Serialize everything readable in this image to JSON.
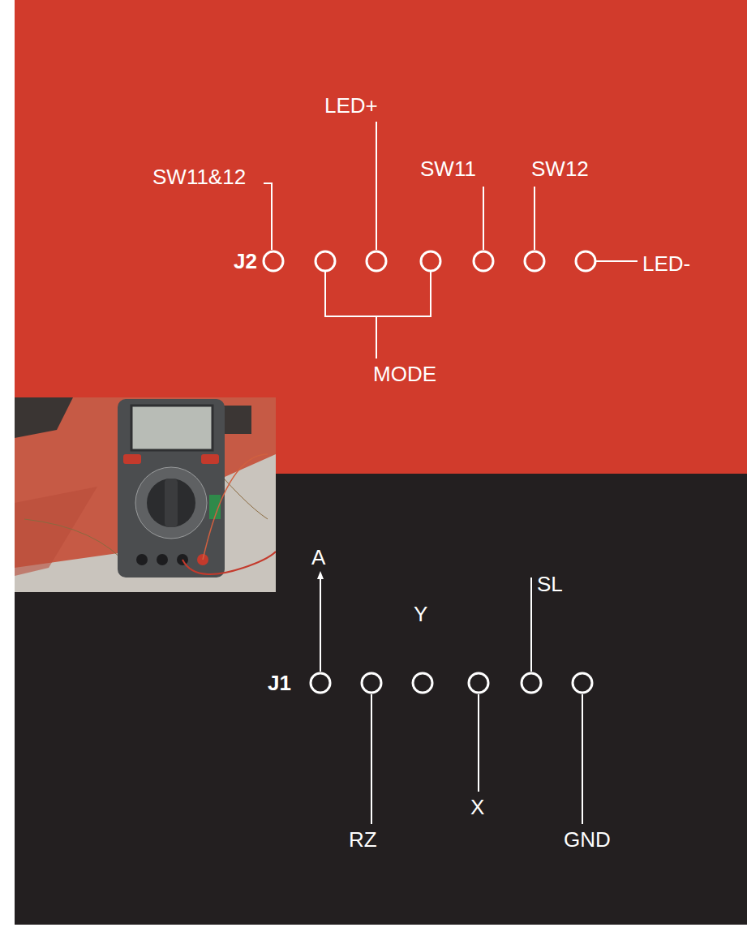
{
  "diagram": {
    "labels": [
      "J2",
      "SW11&12",
      "LED+",
      "SW11",
      "SW12",
      "LED-",
      "MODE",
      "J1",
      "A",
      "RZ",
      "Y",
      "X",
      "SL",
      "GND"
    ]
  }
}
